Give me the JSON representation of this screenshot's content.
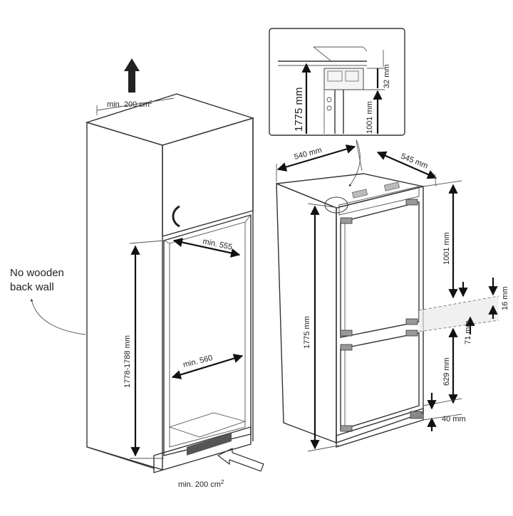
{
  "cabinet": {
    "vent_top": "min. 200 cm",
    "vent_top_sup": "2",
    "note_line1": "No wooden",
    "note_line2": "back wall",
    "height": "1778-1788 mm",
    "width_top": "min. 555",
    "width_bottom": "min. 560",
    "vent_bottom": "min. 200 cm",
    "vent_bottom_sup": "2"
  },
  "inset": {
    "height_total": "1775 mm",
    "height_fridge": "1001 mm",
    "gap_top": "32 mm"
  },
  "appliance": {
    "width": "540 mm",
    "depth": "545 mm",
    "height_total": "1775 mm",
    "height_fridge": "1001 mm",
    "gap_middle": "16 mm",
    "door_gap": "71 mm",
    "height_freezer": "629 mm",
    "bottom": "40 mm"
  },
  "colors": {
    "upper_door": "#a9a9a9",
    "line": "#333333"
  }
}
